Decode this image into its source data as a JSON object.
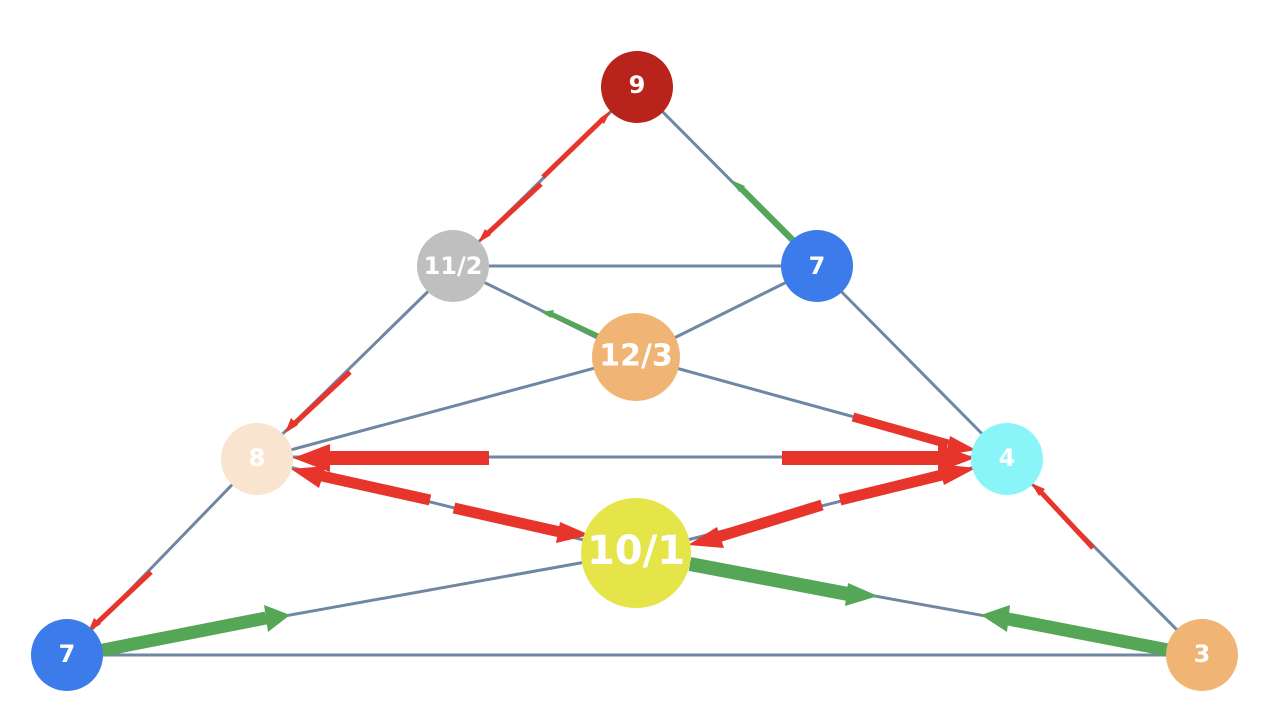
{
  "nodes": {
    "top": {
      "label": "9",
      "color": "#B8241B"
    },
    "upper_left": {
      "label": "11/2",
      "color": "#BFBFBF"
    },
    "upper_right": {
      "label": "7",
      "color": "#3B7BEA"
    },
    "center_upper": {
      "label": "12/3",
      "color": "#F0B574"
    },
    "mid_left": {
      "label": "8",
      "color": "#F8E4CF"
    },
    "mid_right": {
      "label": "4",
      "color": "#8AF5F8"
    },
    "center_lower": {
      "label": "10/1",
      "color": "#E5E54A"
    },
    "bottom_left": {
      "label": "7",
      "color": "#3B7BEA"
    },
    "bottom_right": {
      "label": "3",
      "color": "#F0B574"
    }
  },
  "colors": {
    "edge": "#6F87A3",
    "red_arrow": "#E8352B",
    "green_arrow": "#55A657"
  }
}
